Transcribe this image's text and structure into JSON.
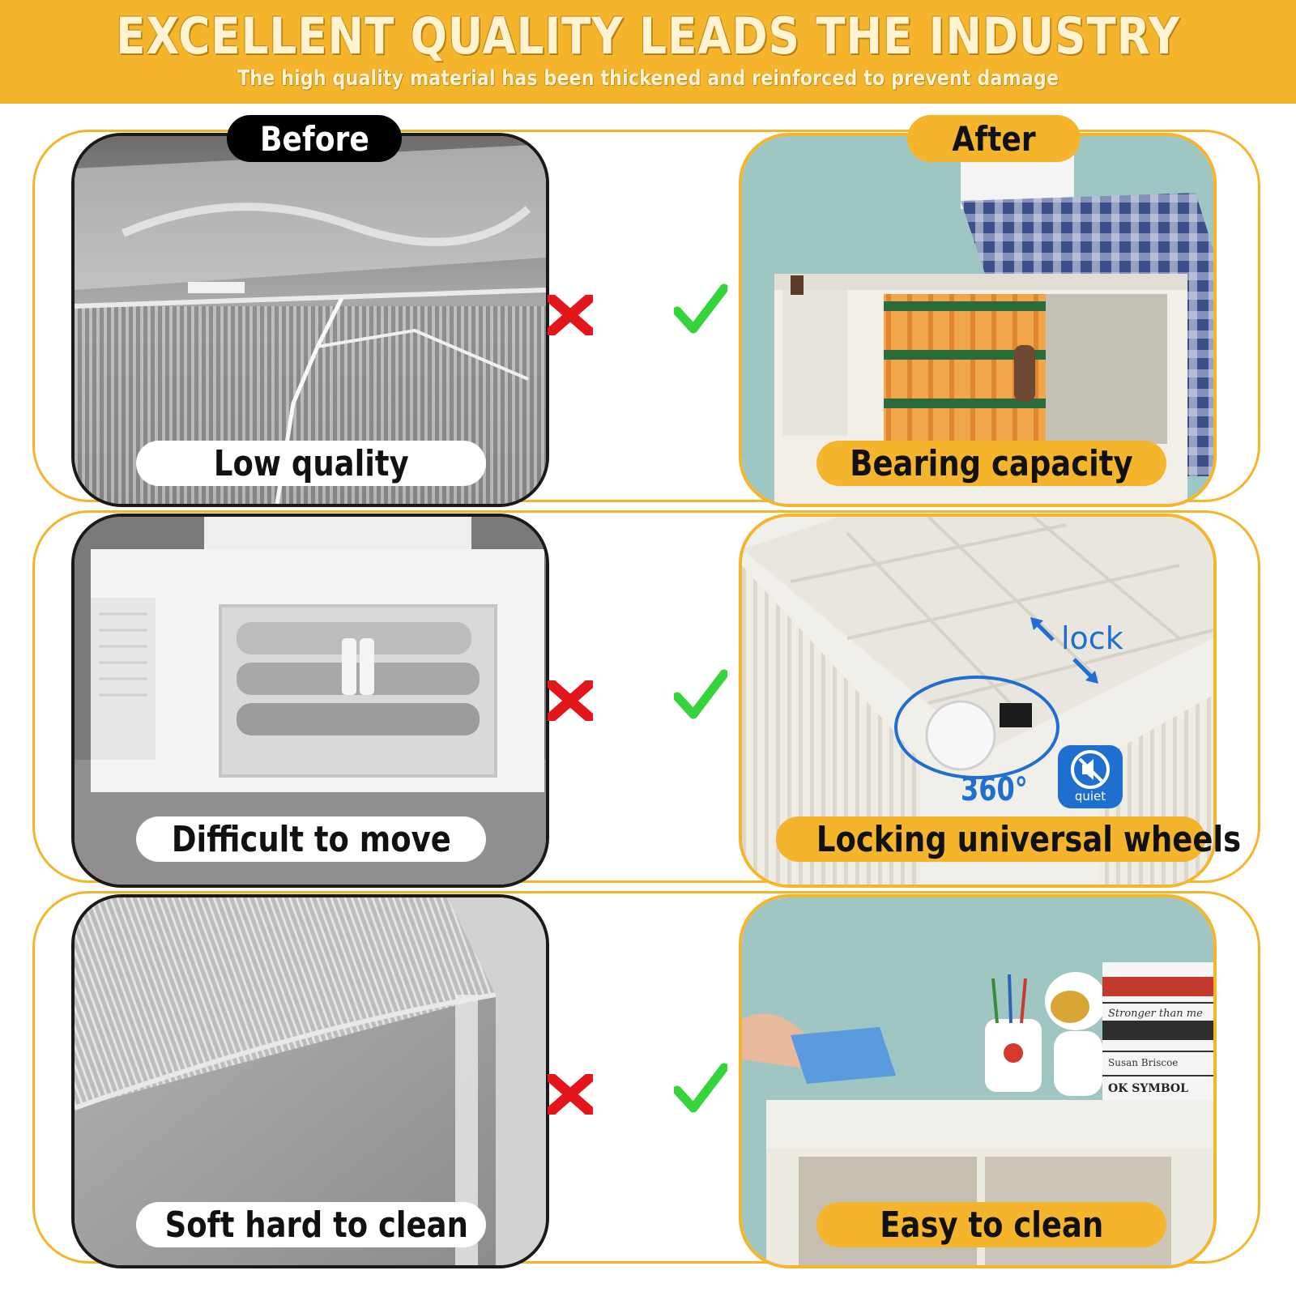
{
  "header": {
    "title": "EXCELLENT QUALITY LEADS THE INDUSTRY",
    "subtitle": "The high quality material has been thickened and reinforced to prevent damage"
  },
  "labels": {
    "before": "Before",
    "after": "After"
  },
  "rows": [
    {
      "before_caption": "Low quality",
      "after_caption": "Bearing capacity"
    },
    {
      "before_caption": "Difficult to move",
      "after_caption": "Locking universal wheels"
    },
    {
      "before_caption": "Soft hard to clean",
      "after_caption": "Easy to clean"
    }
  ],
  "wheel_callout": {
    "lock": "lock",
    "rotation": "360°",
    "quiet": "quiet"
  },
  "book_spines": [
    "Stronger than me",
    "Susan Briscoe",
    "OK SYMBOL"
  ],
  "icons": {
    "cross": "cross-icon",
    "check": "check-icon",
    "mute": "mute-icon"
  },
  "colors": {
    "accent": "#f4b52c",
    "cross": "#e3161b",
    "check": "#35d43a",
    "wheel_blue": "#1f6fd1"
  }
}
